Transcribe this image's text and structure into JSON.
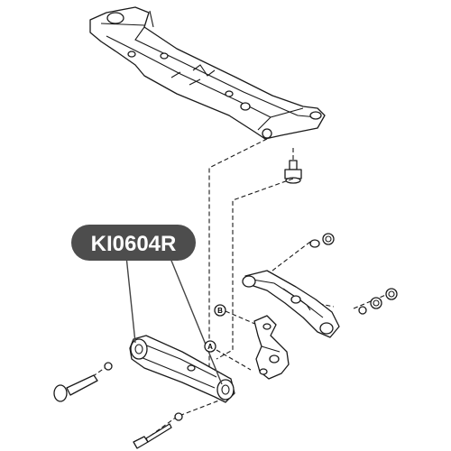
{
  "part_label": {
    "text": "KI0604R",
    "bg_color": "#4d4d4d",
    "text_color": "#ffffff"
  },
  "callouts": {
    "a": "A",
    "b": "B"
  }
}
